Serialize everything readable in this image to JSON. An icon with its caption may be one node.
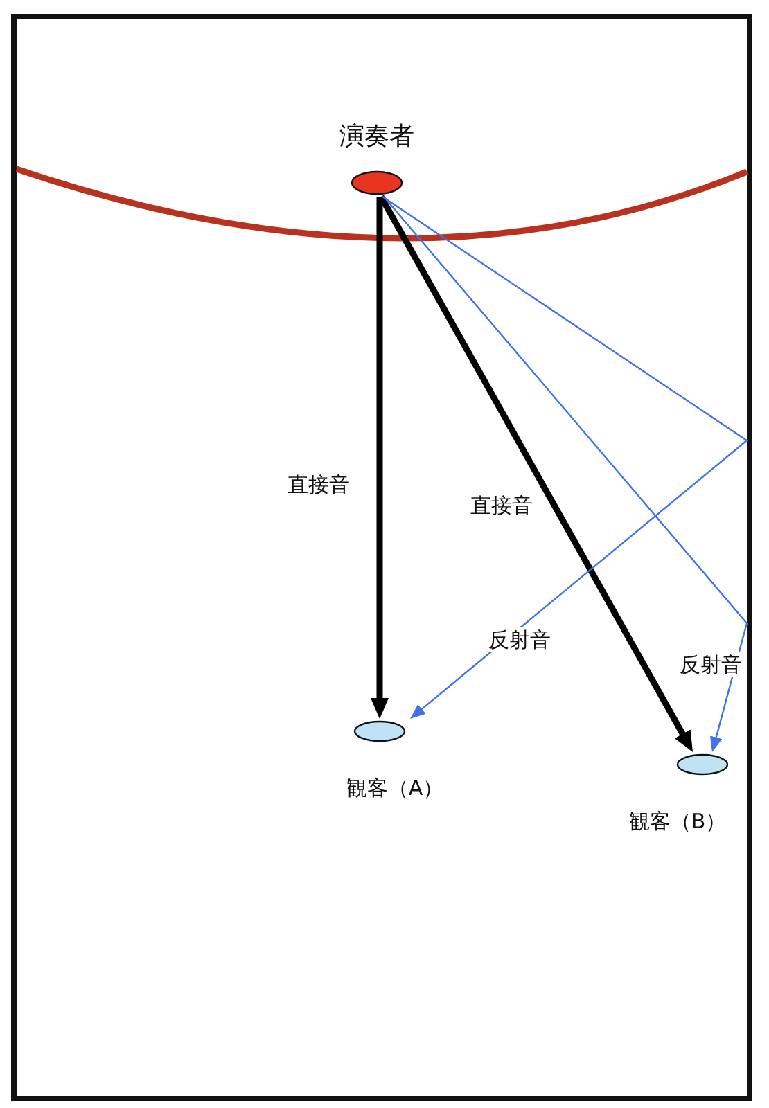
{
  "diagram": {
    "nodes": [
      {
        "text": [
          "演奏者"
        ]
      },
      {
        "text": [
          "観客（A）"
        ]
      },
      {
        "text": [
          "観客（B）"
        ]
      }
    ],
    "edges": [
      {
        "from": 0,
        "to": 1,
        "arrow": "to",
        "label": "直接音",
        "style": "thick"
      },
      {
        "from": 0,
        "to": 2,
        "arrow": "to",
        "label": "直接音",
        "style": "thick"
      },
      {
        "from": 0,
        "to": 1,
        "arrow": "to",
        "label": "反射音",
        "color": "#3f72ea"
      },
      {
        "from": 0,
        "to": 2,
        "arrow": "to",
        "label": "反射音",
        "color": "#3f72ea"
      }
    ]
  }
}
